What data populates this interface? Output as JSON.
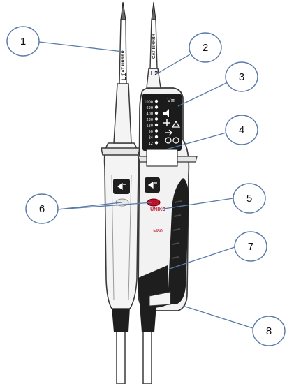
{
  "callouts": [
    "1",
    "2",
    "3",
    "4",
    "5",
    "6",
    "7",
    "8"
  ],
  "probe_left": {
    "rating": "CAT IIIRRRR",
    "name": "L1"
  },
  "probe_right": {
    "rating": "CAT IIIRRRR",
    "name": "L2"
  },
  "display": {
    "mode_label": "V≅",
    "voltage_levels": [
      "1000",
      "690",
      "400",
      "230",
      "120",
      "50",
      "24",
      "12"
    ]
  },
  "brand": {
    "logo": "UNIKS",
    "model": "M80"
  },
  "colors": {
    "body": "#f2f2f2",
    "display": "#1b1b1b",
    "grip": "#1e1e1e",
    "outline": "#3a3a3a",
    "callout_line": "#5a7aa8",
    "accent": "#c0102a"
  }
}
